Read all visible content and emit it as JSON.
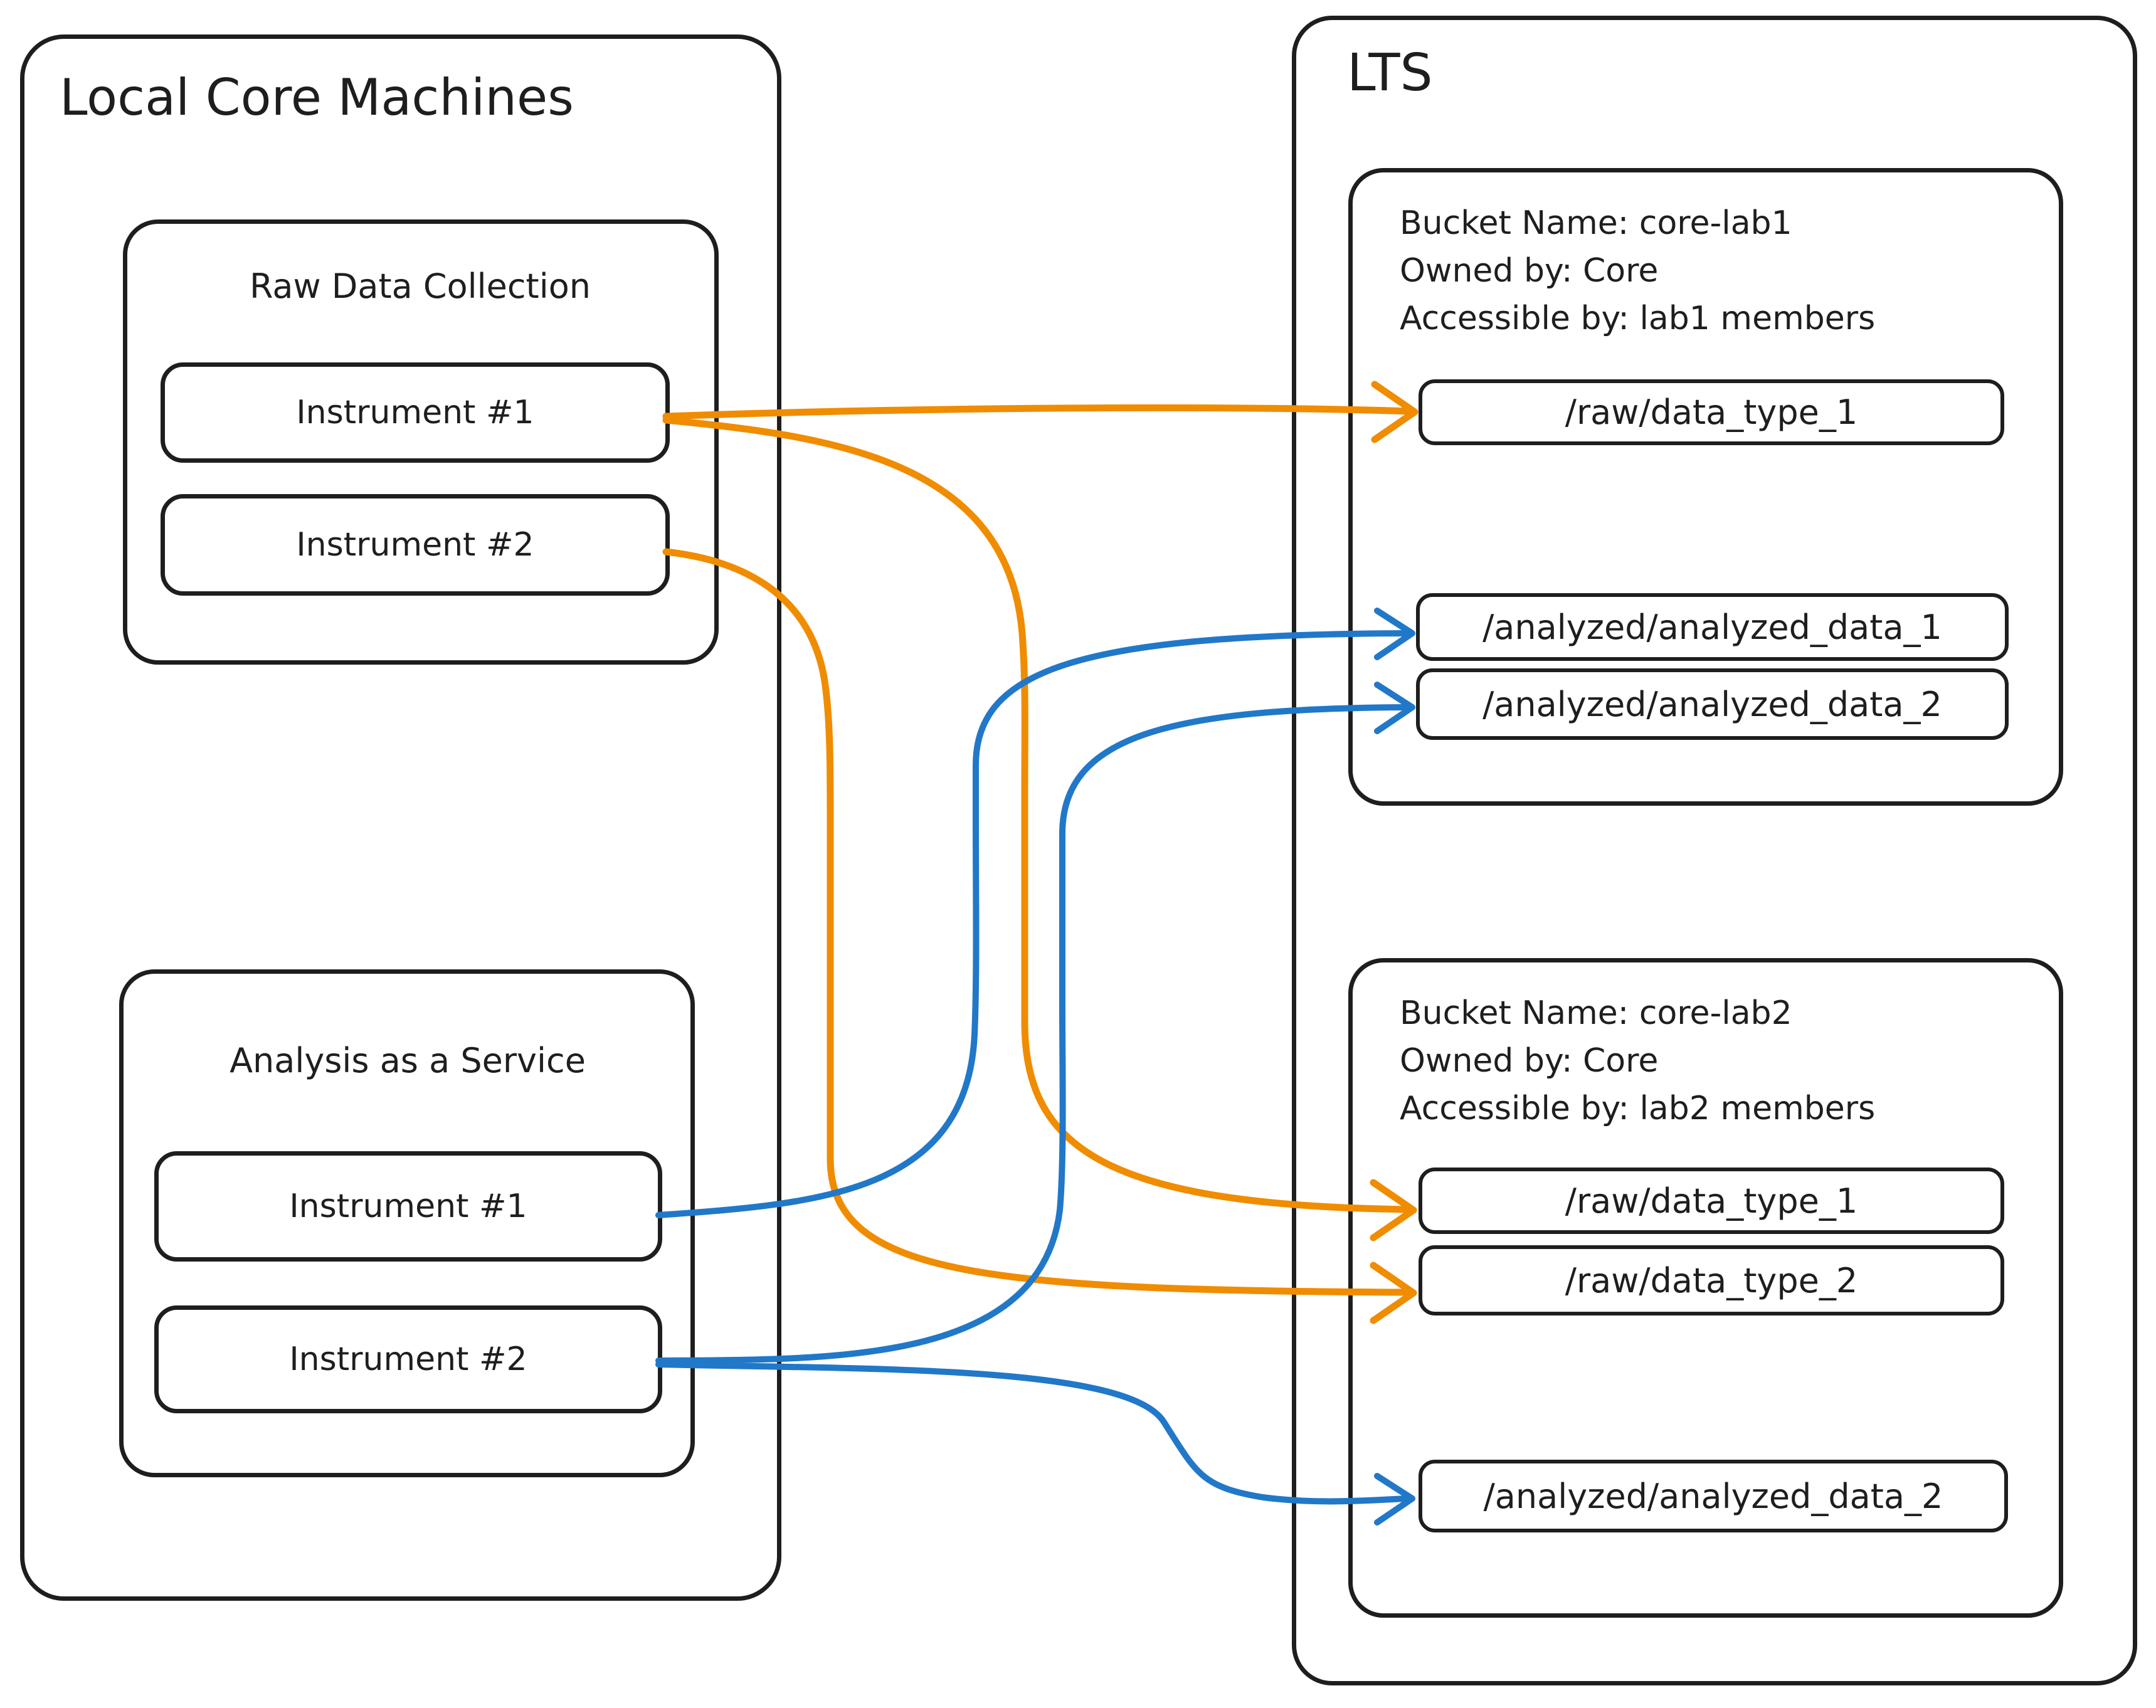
{
  "left_panel": {
    "title": "Local Core Machines",
    "groups": [
      {
        "title": "Raw Data Collection",
        "instruments": [
          "Instrument #1",
          "Instrument #2"
        ]
      },
      {
        "title": "Analysis as a Service",
        "instruments": [
          "Instrument #1",
          "Instrument #2"
        ]
      }
    ]
  },
  "right_panel": {
    "title": "LTS",
    "buckets": [
      {
        "info": [
          "Bucket Name: core-lab1",
          "Owned by: Core",
          "Accessible by: lab1 members"
        ],
        "paths": [
          "/raw/data_type_1",
          "/analyzed/analyzed_data_1",
          "/analyzed/analyzed_data_2"
        ]
      },
      {
        "info": [
          "Bucket Name: core-lab2",
          "Owned by: Core",
          "Accessible by: lab2 members"
        ],
        "paths": [
          "/raw/data_type_1",
          "/raw/data_type_2",
          "/analyzed/analyzed_data_2"
        ]
      }
    ]
  },
  "colors": {
    "raw_flow": "#f08c00",
    "analyzed_flow": "#2178c8",
    "outline": "#1e1e1e",
    "background": "#ffffff"
  },
  "edges": [
    {
      "from": "Raw Data Collection / Instrument #1",
      "to": "core-lab1 /raw/data_type_1",
      "color": "raw_flow"
    },
    {
      "from": "Raw Data Collection / Instrument #1",
      "to": "core-lab2 /raw/data_type_1",
      "color": "raw_flow"
    },
    {
      "from": "Raw Data Collection / Instrument #2",
      "to": "core-lab2 /raw/data_type_2",
      "color": "raw_flow"
    },
    {
      "from": "Analysis as a Service / Instrument #1",
      "to": "core-lab1 /analyzed/analyzed_data_1",
      "color": "analyzed_flow"
    },
    {
      "from": "Analysis as a Service / Instrument #2",
      "to": "core-lab1 /analyzed/analyzed_data_2",
      "color": "analyzed_flow"
    },
    {
      "from": "Analysis as a Service / Instrument #2",
      "to": "core-lab2 /analyzed/analyzed_data_2",
      "color": "analyzed_flow"
    }
  ]
}
